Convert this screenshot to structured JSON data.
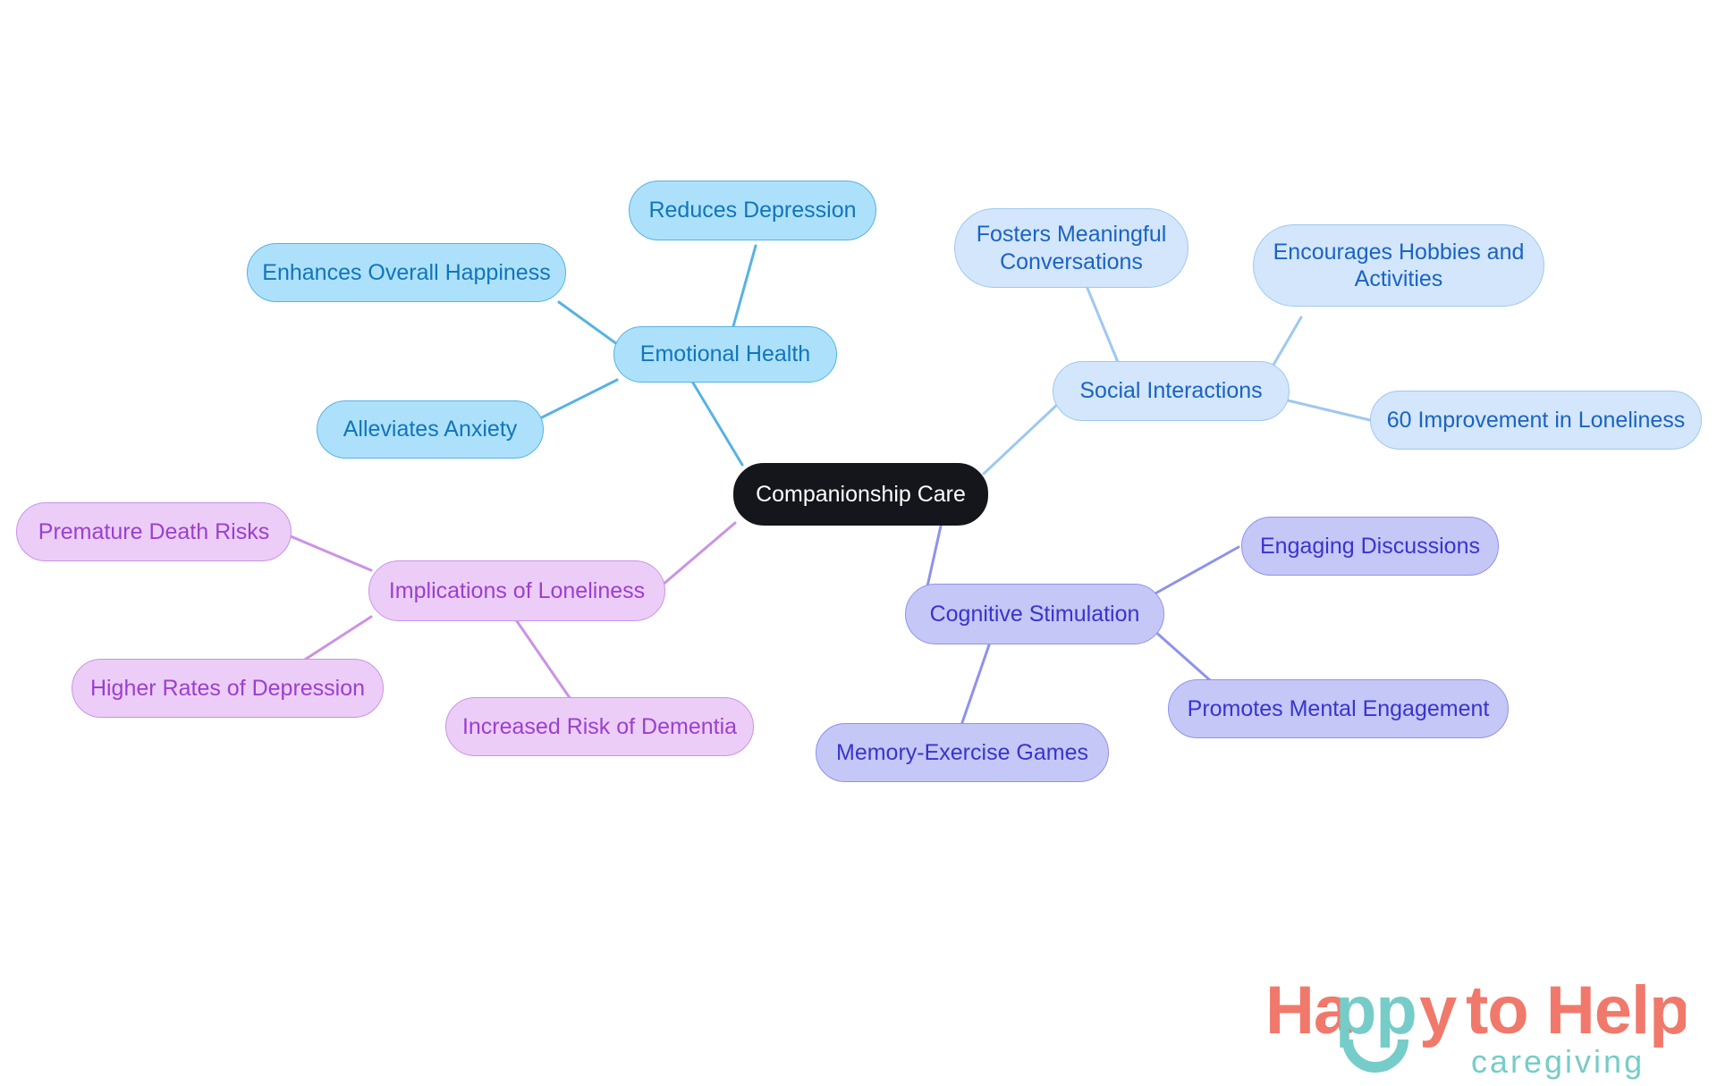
{
  "diagram": {
    "type": "mindmap",
    "title": "Companionship Care",
    "background": "#ffffff",
    "root": {
      "id": "root",
      "label": "Companionship Care",
      "fill": "#14161c",
      "text": "#ffffff"
    },
    "branches": [
      {
        "id": "emotional-health",
        "label": "Emotional Health",
        "fill": "#ade1fb",
        "stroke": "#56b2e4",
        "text": "#1175bc",
        "children": [
          {
            "id": "reduces-depression",
            "label": "Reduces Depression"
          },
          {
            "id": "enhances-overall-happiness",
            "label": "Enhances Overall Happiness"
          },
          {
            "id": "alleviates-anxiety",
            "label": "Alleviates Anxiety"
          }
        ]
      },
      {
        "id": "social-interactions",
        "label": "Social Interactions",
        "fill": "#d3e6fc",
        "stroke": "#9ec8ef",
        "text": "#1a63c4",
        "children": [
          {
            "id": "fosters-meaningful-conversations",
            "label": "Fosters Meaningful\nConversations"
          },
          {
            "id": "encourages-hobbies-and-activities",
            "label": "Encourages Hobbies and\nActivities"
          },
          {
            "id": "improvement-in-loneliness",
            "label": "60 Improvement in Loneliness"
          }
        ]
      },
      {
        "id": "cognitive-stimulation",
        "label": "Cognitive Stimulation",
        "fill": "#c5c7f7",
        "stroke": "#8e92ec",
        "text": "#3834cf",
        "children": [
          {
            "id": "engaging-discussions",
            "label": "Engaging Discussions"
          },
          {
            "id": "promotes-mental-engagement",
            "label": "Promotes Mental Engagement"
          },
          {
            "id": "memory-exercise-games",
            "label": "Memory-Exercise Games"
          }
        ]
      },
      {
        "id": "implications-of-loneliness",
        "label": "Implications of Loneliness",
        "fill": "#eccdf7",
        "stroke": "#cb92e6",
        "text": "#9b3fd1",
        "children": [
          {
            "id": "premature-death-risks",
            "label": "Premature Death Risks"
          },
          {
            "id": "higher-rates-of-depression",
            "label": "Higher Rates of Depression"
          },
          {
            "id": "increased-risk-of-dementia",
            "label": "Increased Risk of Dementia"
          }
        ]
      }
    ]
  },
  "logo": {
    "word_happy": "Happy",
    "word_to": "to",
    "word_help": "Help",
    "tagline": "caregiving",
    "coral": "#f0796b",
    "teal": "#76ccc8"
  }
}
